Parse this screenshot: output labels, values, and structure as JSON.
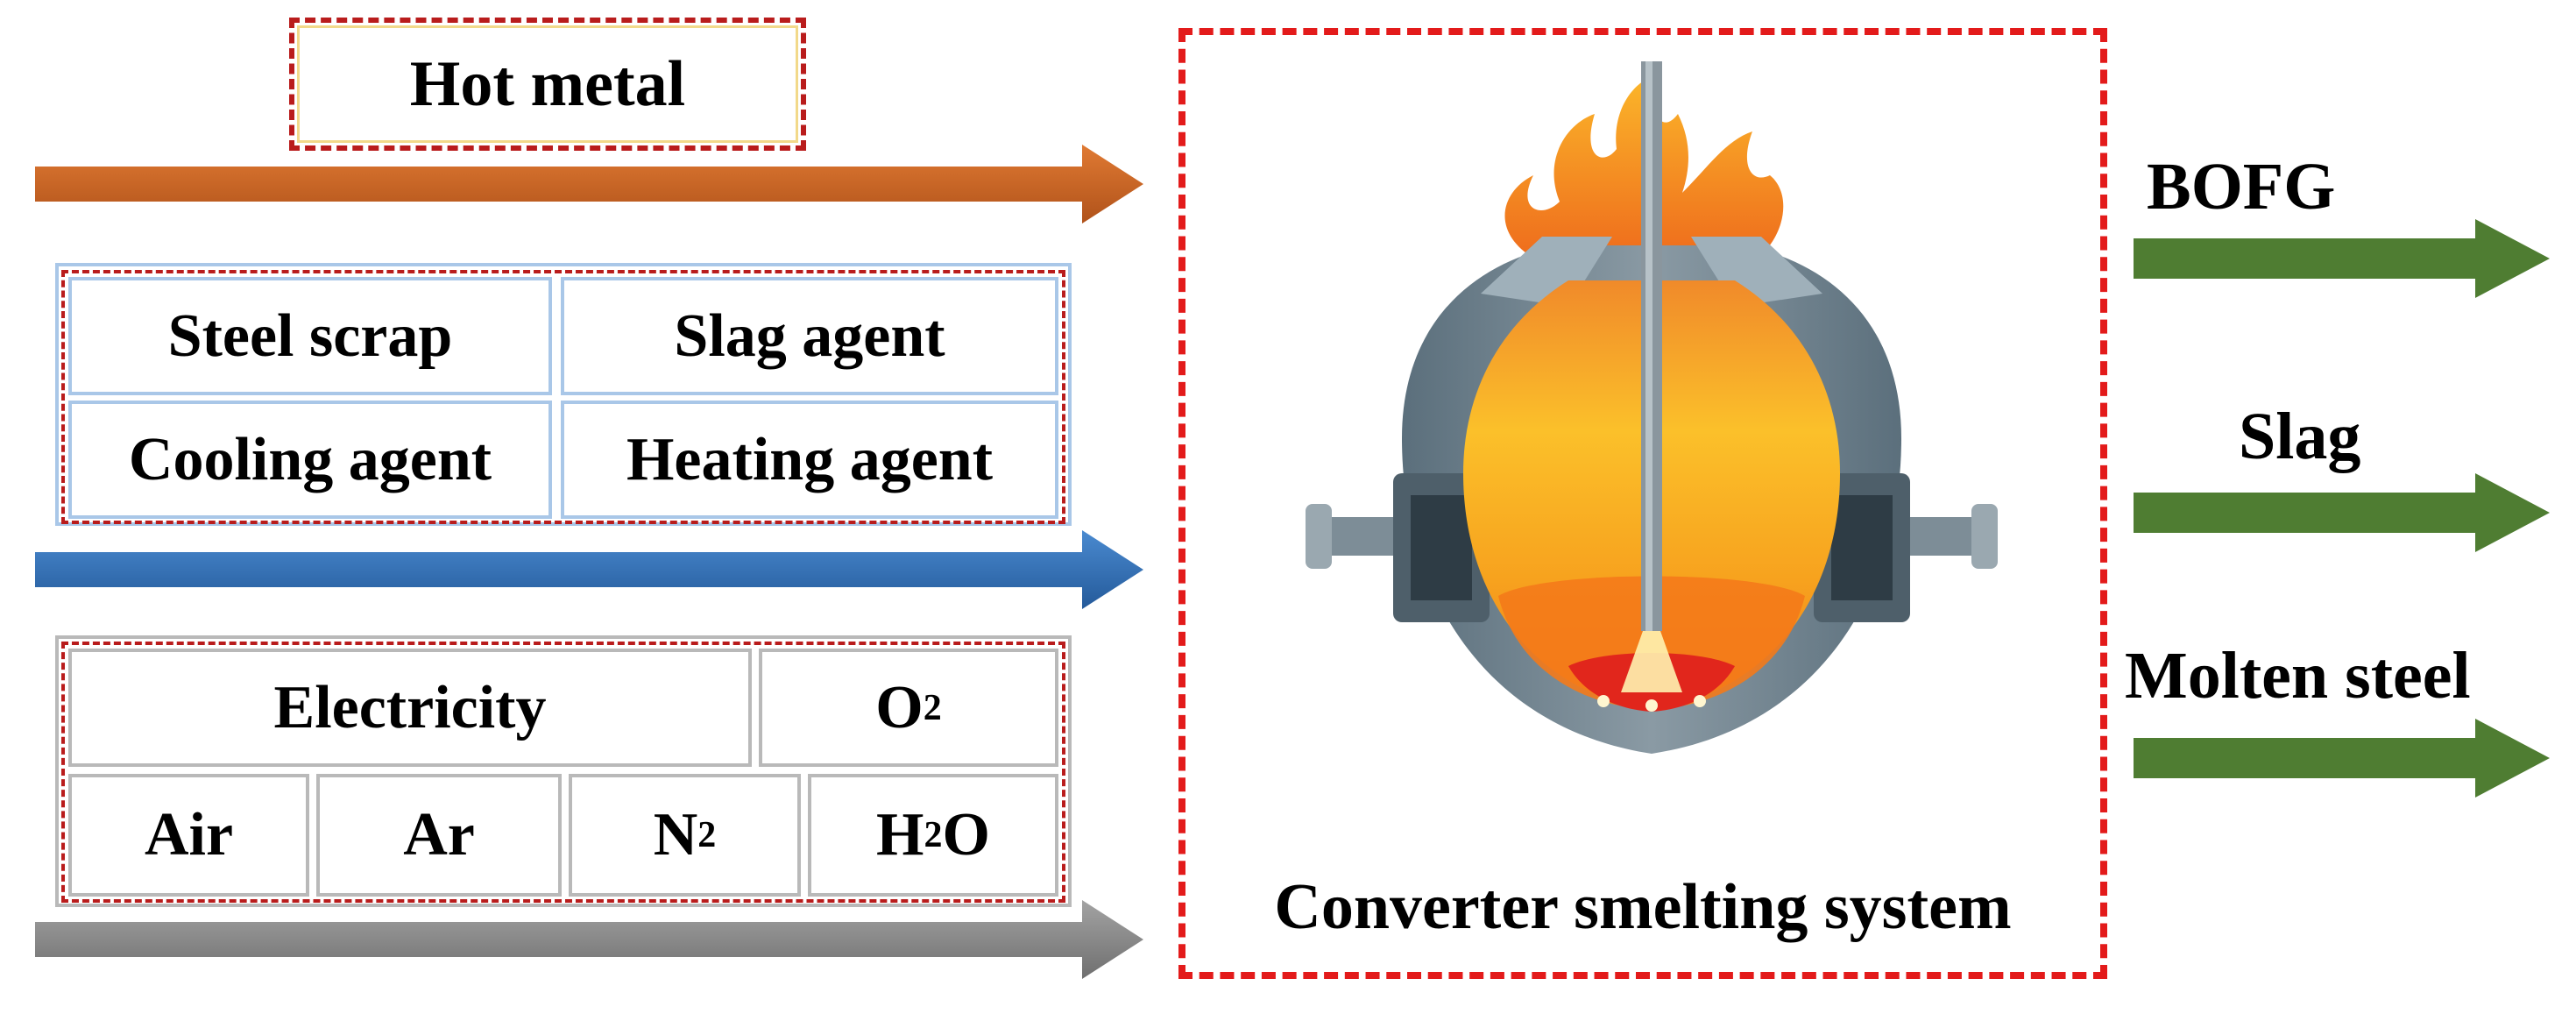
{
  "inputs": {
    "hot_metal": "Hot metal",
    "materials": [
      "Steel scrap",
      "Slag agent",
      "Cooling agent",
      "Heating agent"
    ],
    "energy_top": {
      "electricity": "Electricity",
      "o2_main": "O",
      "o2_sub": "2"
    },
    "gases": {
      "air": "Air",
      "ar": "Ar",
      "n2_main": "N",
      "n2_sub": "2",
      "h2o_h": "H",
      "h2o_sub": "2",
      "h2o_o": "O"
    }
  },
  "system": {
    "label": "Converter smelting system"
  },
  "outputs": [
    "BOFG",
    "Slag",
    "Molten steel"
  ],
  "colors": {
    "hot_metal_arrow": "#c8611f",
    "materials_arrow": "#2f6db5",
    "energy_arrow": "#8c8c8c",
    "output_arrow": "#4f7d32",
    "system_border": "#e31b1b"
  }
}
